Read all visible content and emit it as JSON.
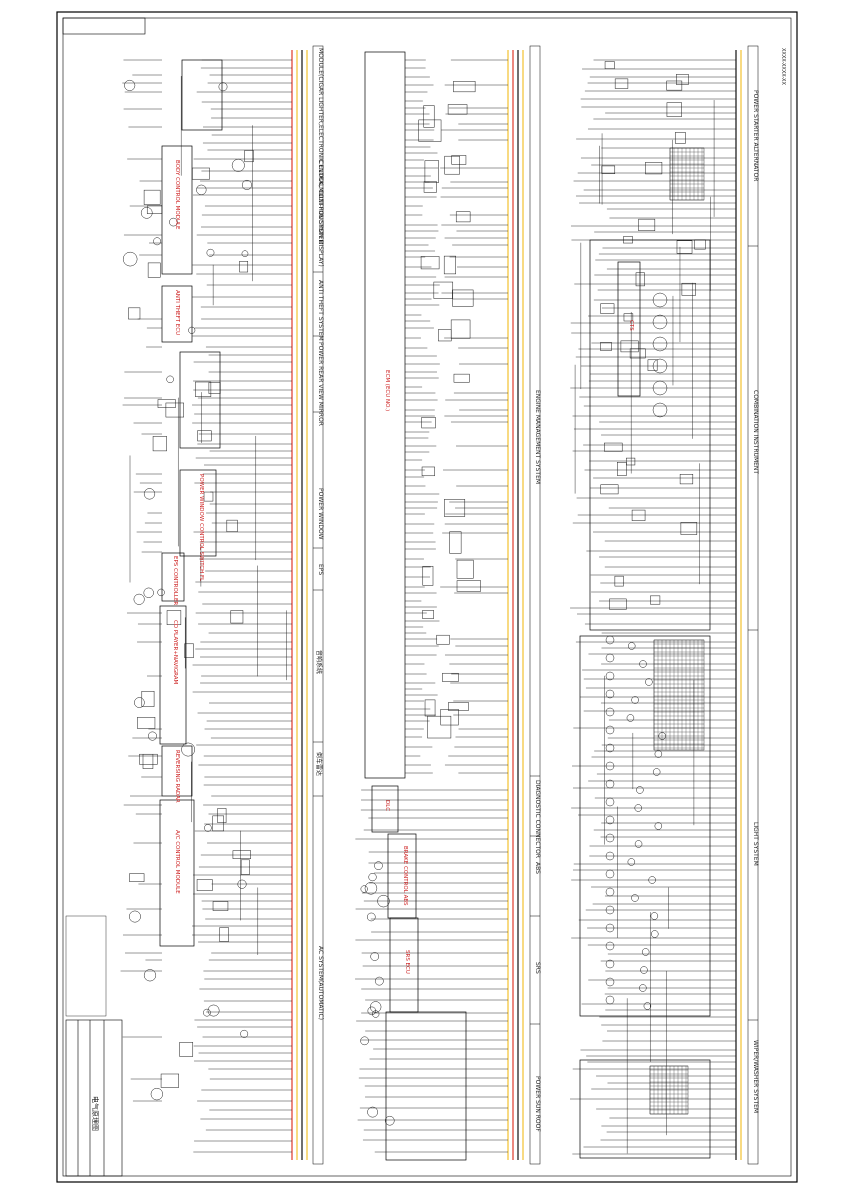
{
  "colors": {
    "wire": "#1a1a1a",
    "module_text": "#cc1b1b",
    "bus_red": "#e03a2a",
    "bus_yellow": "#f2c230",
    "bus_black": "#111111",
    "frame": "#000000"
  },
  "bands": {
    "left": [
      {
        "label": "MODULE(CIGAR LIGHTER,ELECTRONIC CLOCK,MULTI-FUNCTION DISPLAY)"
      },
      {
        "label": "CENTRAL CONTROL SYSTEM"
      },
      {
        "label": "ANTI THEFT SYSTEM"
      },
      {
        "label": "POWER REAR VIEW MIRROR"
      },
      {
        "label": "POWER WINDOW"
      },
      {
        "label": "EPS"
      },
      {
        "label": "音响系统"
      },
      {
        "label": "倒车雷达"
      },
      {
        "label": "AC SYSTEM(AUTOMATIC)"
      }
    ],
    "middle": [
      {
        "label": "ENGINE MANAGEMENT SYSTEM"
      },
      {
        "label": "DIAGNOSTIC CONNECTOR"
      },
      {
        "label": "ABS"
      },
      {
        "label": "SRS"
      },
      {
        "label": "POWER SUN ROOF"
      }
    ],
    "right": [
      {
        "label": "POWER STARTER ALTERNATOR"
      },
      {
        "label": "COMBINATION INSTRUMENT"
      },
      {
        "label": "LIGHT SYSTEM"
      },
      {
        "label": "WIPER/WASHER SYSTEM"
      }
    ]
  },
  "modules": {
    "bcm": "BODY CONTROL MODULE",
    "anti_theft": "ANTI THEFT ECU",
    "window_switch": "POWER WINDOW CONTROL SWITCH FL",
    "eps": "EPS CONTROLLER",
    "audio": "CD PLAYER+NAVIGRAM",
    "reversing": "REVERSING RADAR",
    "ac": "A/C CONTROL MODULE",
    "ecm": "ECM (ECU NO.)",
    "dlc": "DLC",
    "abs": "BRAKE CONTROL ABS",
    "srs": "SRS ECU",
    "combi": "CTS"
  },
  "title_block": {
    "title": "电气原理图",
    "drawing_no": "XXXX-XXXX-XX"
  }
}
